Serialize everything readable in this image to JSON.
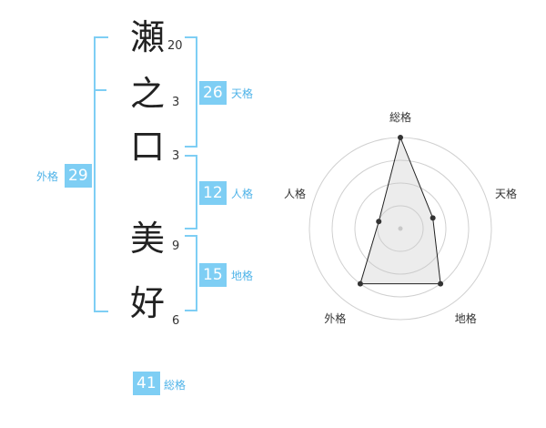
{
  "name": {
    "chars": [
      "瀬",
      "之",
      "口",
      "美",
      "好"
    ],
    "strokes": [
      "20",
      "3",
      "3",
      "9",
      "6"
    ]
  },
  "kaku": {
    "tenkaku": {
      "label": "天格",
      "value": "26"
    },
    "jinkaku": {
      "label": "人格",
      "value": "12"
    },
    "chikaku": {
      "label": "地格",
      "value": "15"
    },
    "gaikaku": {
      "label": "外格",
      "value": "29"
    },
    "soukaku": {
      "label": "総格",
      "value": "41"
    }
  },
  "colors": {
    "accent": "#7ecef4",
    "label": "#4fb3e8"
  },
  "chart_data": {
    "type": "radar",
    "axes": [
      "総格",
      "天格",
      "地格",
      "外格",
      "人格"
    ],
    "values": [
      4,
      1.5,
      3,
      3,
      1
    ],
    "rlim": [
      0,
      4
    ],
    "rings": 4
  }
}
